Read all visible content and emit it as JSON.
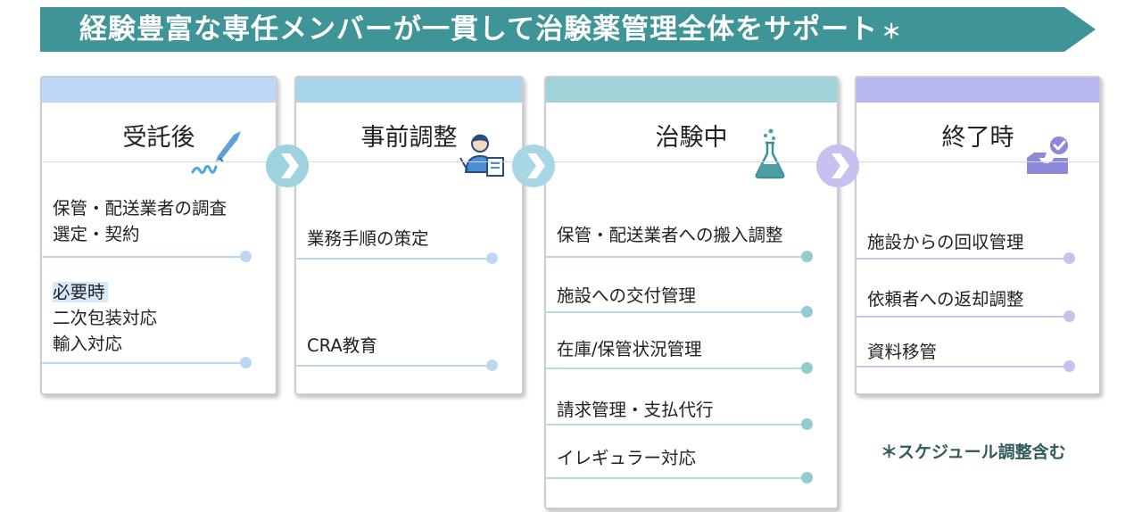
{
  "banner": {
    "text": "経験豊富な専任メンバーが一貫して治験薬管理全体をサポート",
    "mark": "＊"
  },
  "stages": [
    {
      "title": "受託後",
      "icon": "pen-signature-icon",
      "items": [
        {
          "lines": [
            "保管・配送業者の調査",
            "選定・契約"
          ]
        },
        {
          "highlight": "必要時",
          "lines": [
            "二次包装対応",
            "輸入対応"
          ]
        }
      ]
    },
    {
      "title": "事前調整",
      "icon": "person-document-icon",
      "items": [
        {
          "lines": [
            "業務手順の策定"
          ]
        },
        {
          "lines": [
            "CRA教育"
          ]
        }
      ]
    },
    {
      "title": "治験中",
      "icon": "flask-icon",
      "items": [
        {
          "lines": [
            "保管・配送業者への搬入調整"
          ]
        },
        {
          "lines": [
            "施設への交付管理"
          ]
        },
        {
          "lines": [
            "在庫/保管状況管理"
          ]
        },
        {
          "lines": [
            "請求管理・支払代行"
          ]
        },
        {
          "lines": [
            "イレギュラー対応"
          ]
        }
      ]
    },
    {
      "title": "終了時",
      "icon": "tray-check-icon",
      "items": [
        {
          "lines": [
            "施設からの回収管理"
          ]
        },
        {
          "lines": [
            "依頼者への返却調整"
          ]
        },
        {
          "lines": [
            "資料移管"
          ]
        }
      ]
    }
  ],
  "footnote": "＊スケジュール調整含む",
  "colors": {
    "banner": "#3f9497",
    "arrow": [
      "#9ed2de",
      "#a7d6e4",
      "#c5c2ef"
    ],
    "card_topbar": [
      "#bcd8f6",
      "#a9d5ea",
      "#9fd3d8",
      "#b8b6ef"
    ],
    "card_line": [
      "#b9d6f4",
      "#b9d6f4",
      "#b9d9e4",
      "#c3c6ef"
    ],
    "card_dot": [
      "#bdd6f2",
      "#bdd6f2",
      "#93cbcf",
      "#c4c4ee"
    ],
    "footnote": "#2e5c5a"
  }
}
